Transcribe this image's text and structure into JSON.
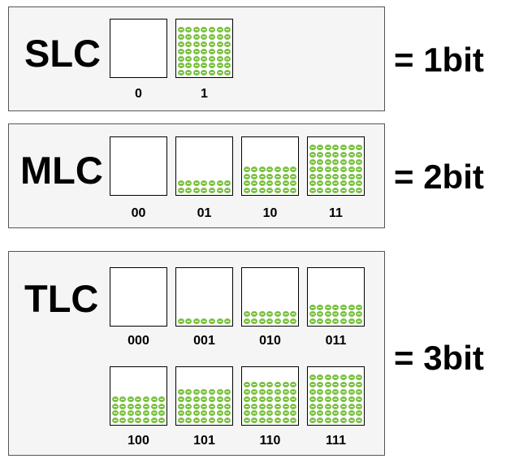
{
  "accent_color": "#7cc243",
  "rows_per_full_cell": 7,
  "panels": [
    {
      "type": "SLC",
      "result": "= 1bit",
      "cells": [
        {
          "code": "0",
          "filled_rows": 0
        },
        {
          "code": "1",
          "filled_rows": 7
        }
      ]
    },
    {
      "type": "MLC",
      "result": "= 2bit",
      "cells": [
        {
          "code": "00",
          "filled_rows": 0
        },
        {
          "code": "01",
          "filled_rows": 2
        },
        {
          "code": "10",
          "filled_rows": 4
        },
        {
          "code": "11",
          "filled_rows": 7
        }
      ]
    },
    {
      "type": "TLC",
      "result": "= 3bit",
      "cells": [
        {
          "code": "000",
          "filled_rows": 0
        },
        {
          "code": "001",
          "filled_rows": 1
        },
        {
          "code": "010",
          "filled_rows": 2
        },
        {
          "code": "011",
          "filled_rows": 3
        },
        {
          "code": "100",
          "filled_rows": 4
        },
        {
          "code": "101",
          "filled_rows": 5
        },
        {
          "code": "110",
          "filled_rows": 6
        },
        {
          "code": "111",
          "filled_rows": 7
        }
      ]
    }
  ]
}
